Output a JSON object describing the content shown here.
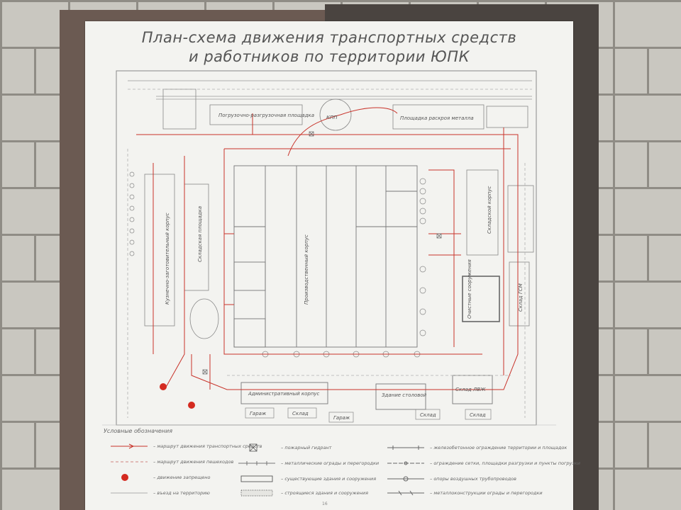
{
  "poster": {
    "title_line1": "План-схема движения транспортных средств",
    "title_line2": "и работников по территории ЮПК"
  },
  "plan_labels": {
    "loading_area": "Погрузочно-разгрузочная площадка",
    "metal_storage": "Площадка раскроя металла",
    "main_building": "Производственный корпус",
    "warehouse": "Складской корпус",
    "admin_building": "Административный корпус",
    "canteen": "Здание столовой",
    "gate_kpp": "КПП",
    "gate_1": "Гараж",
    "gate_2": "Склад",
    "gate_3": "Гараж",
    "gate_4": "Склад",
    "gate_5": "Склад",
    "west_building": "Кузнечно-заготовительный корпус",
    "west_block": "Складская площадка",
    "east_small": "Склад ГСМ",
    "east_mid": "Очистные сооружения",
    "south_block": "Склад ЛВЖ"
  },
  "legend": {
    "title": "Условные обозначения",
    "items": [
      {
        "text": "– маршрут движения транспортных средств"
      },
      {
        "text": "– маршрут движения пешеходов"
      },
      {
        "text": "– движение запрещено"
      },
      {
        "text": "– въезд на территорию"
      },
      {
        "text": "– пожарный гидрант"
      },
      {
        "text": "– металлические ограды и перегородки"
      },
      {
        "text": "– существующие здания и сооружения"
      },
      {
        "text": "– строящиеся здания и сооружения"
      },
      {
        "text": "– железобетонное ограждение территории и площадок"
      },
      {
        "text": "– ограждение сетки, площадки разгрузки и пункты погрузки"
      },
      {
        "text": "– опоры воздушных трубопроводов"
      },
      {
        "text": "– металлоконструкции ограды и перегородки"
      }
    ]
  },
  "colors": {
    "route_red": "#c8332a",
    "stop_dot": "#d42a20",
    "line_gray": "#8a8a8a"
  },
  "page_number": "16"
}
